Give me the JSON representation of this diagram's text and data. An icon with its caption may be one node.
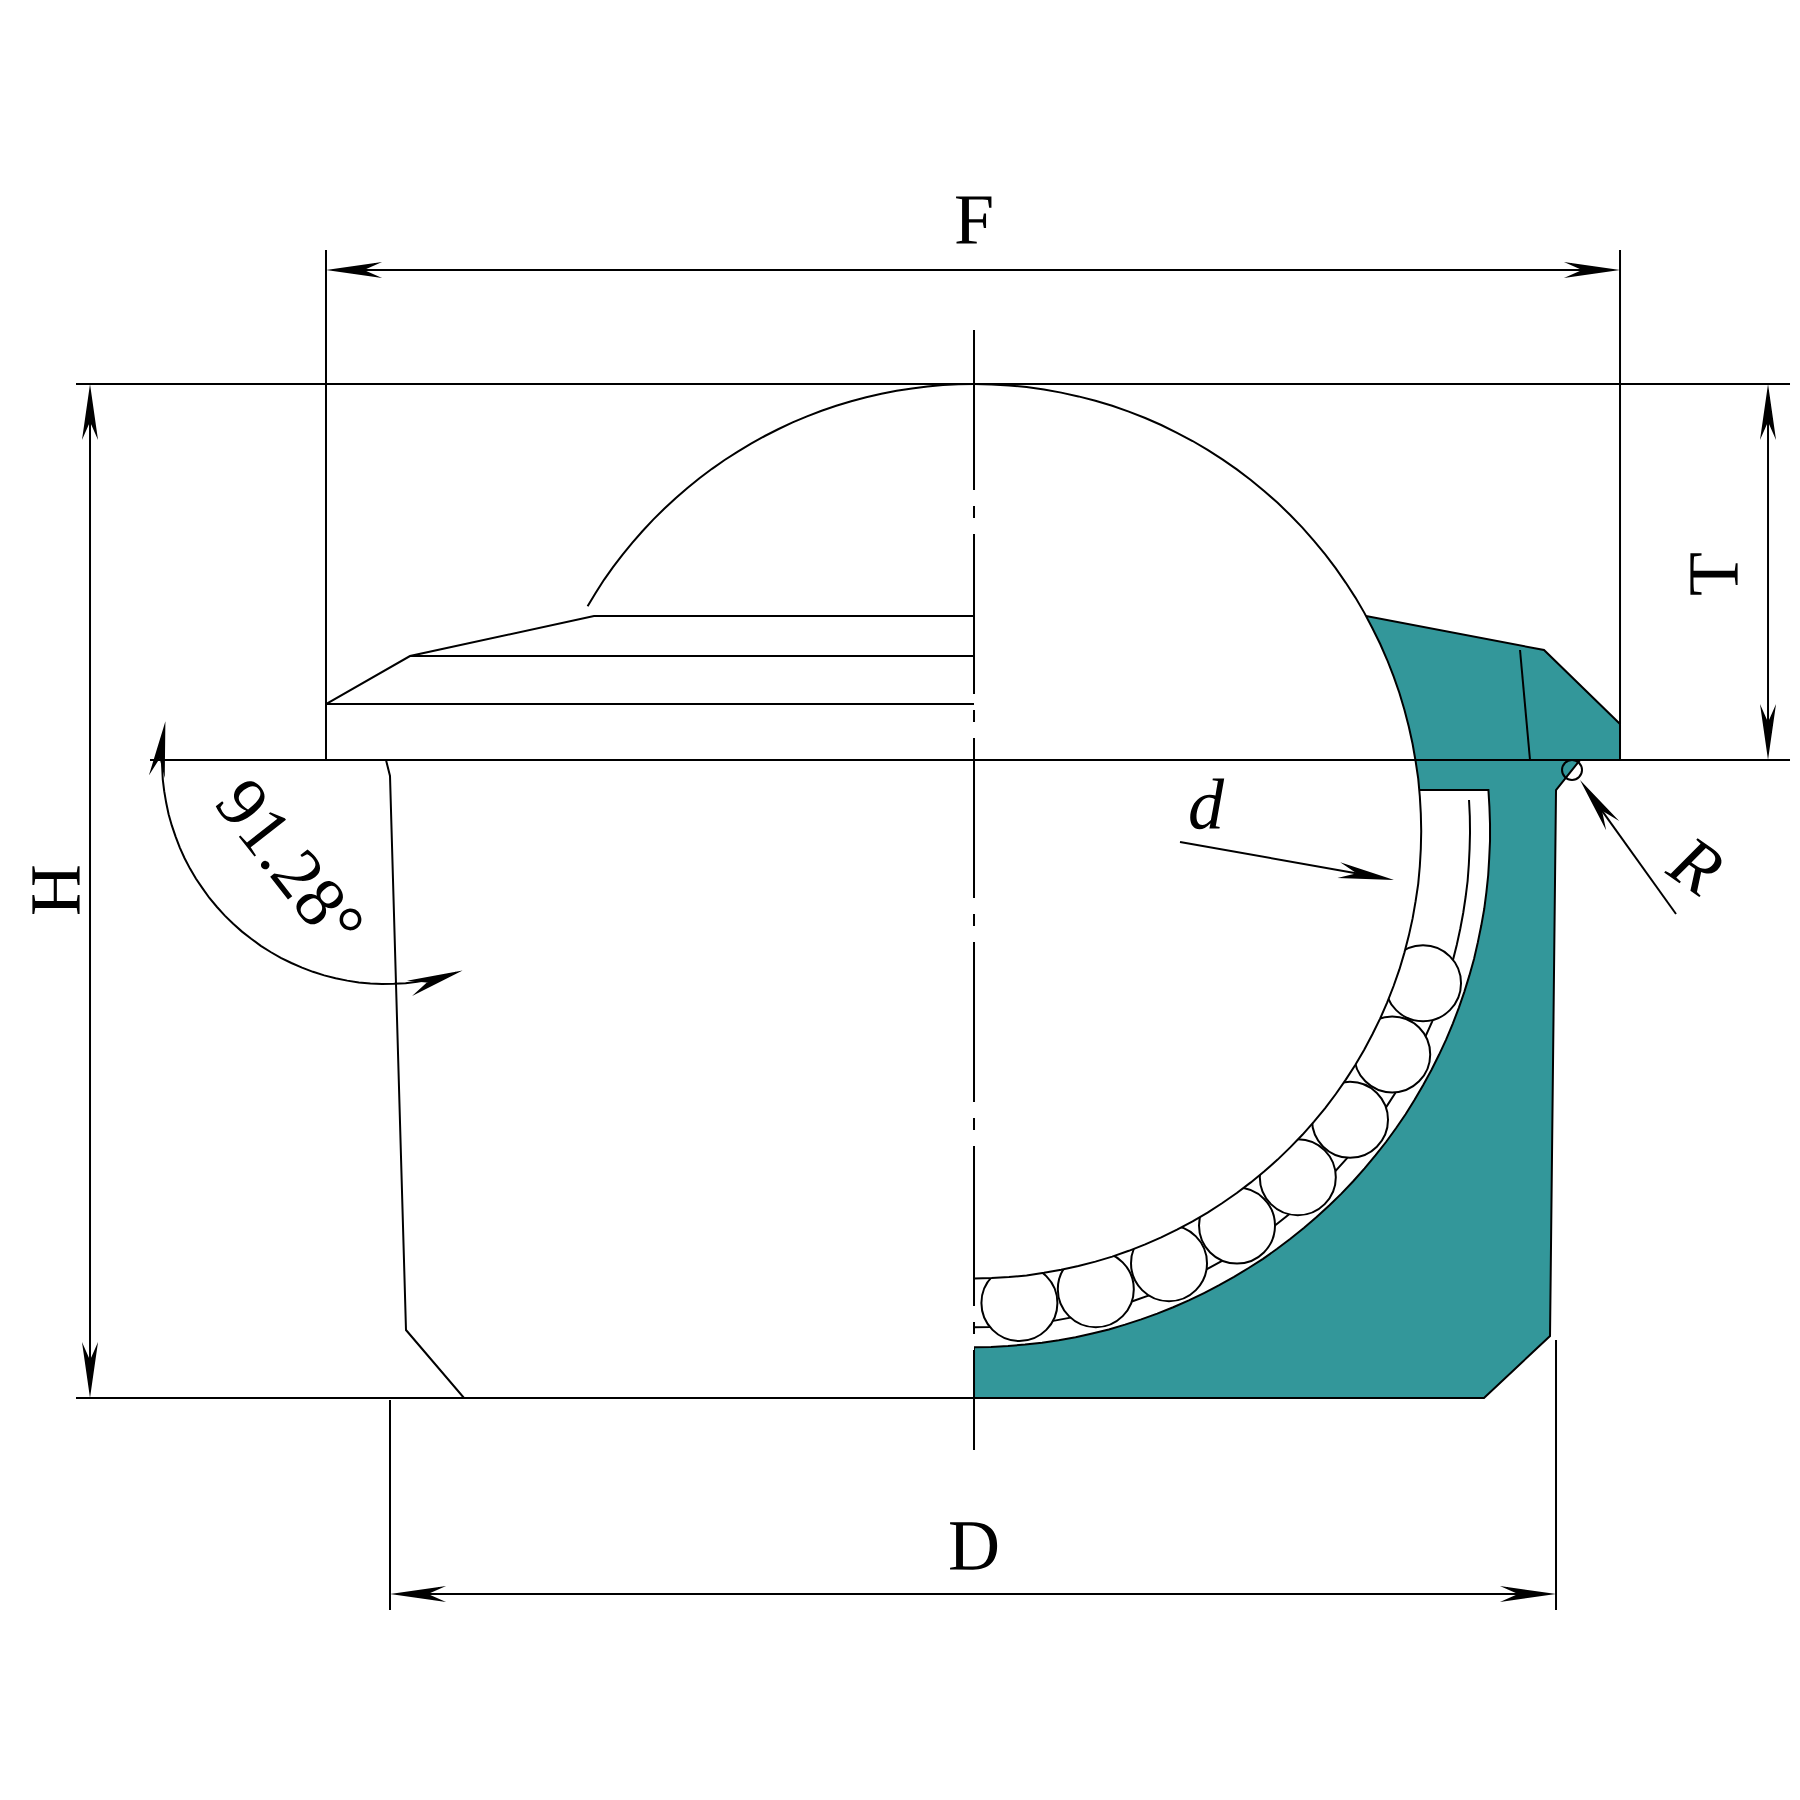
{
  "diagram": {
    "labels": [
      "F",
      "T",
      "H",
      "d",
      "91.28°",
      "R",
      "D"
    ]
  }
}
